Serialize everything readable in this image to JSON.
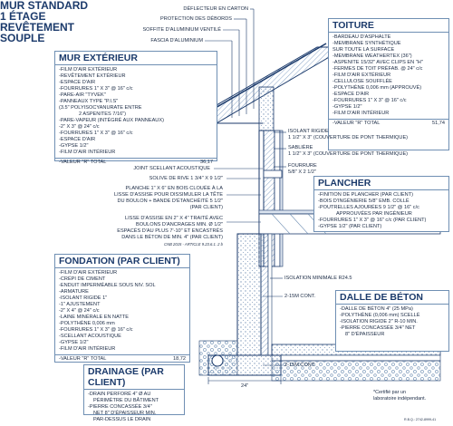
{
  "title": {
    "line1": "MUR STANDARD",
    "line2": "1 ÉTAGE",
    "line3": "REVÊTEMENT",
    "line4": "SOUPLE"
  },
  "top_callouts": [
    "DÉFLECTEUR EN CARTON",
    "PROTECTION DES DÉBORDS",
    "SOFFITE D'ALUMINIUM VENTILÉ",
    "FASCIA D'ALUMINIUM"
  ],
  "toiture": {
    "heading": "TOITURE",
    "items": [
      "-BARDEAU D'ASPHALTE",
      "-MEMBRANE SYNTHÉTIQUE",
      "SUR TOUTE LA SURFACE",
      "-MEMBRANE WEATHERTEX (36\")",
      "-ASPENITE 15/32\" AVEC CLIPS EN \"H\"",
      "-FERMES DE TOIT PRÉFAB. @ 24\" c/c",
      "-FILM D'AIR EXTÉRIEUR",
      "-CELLULOSE SOUFFLÉE",
      "-POLYTHÈNE 0,006 mm (APPROUVÉ)",
      "-ESPACE D'AIR",
      "-FOURRURES 1\" X 3\" @ 16\" c/c",
      "-GYPSE 1/2\"",
      "-FILM D'AIR INTÉRIEUR"
    ],
    "total_label": "-VALEUR \"R\" TOTAL",
    "total_value": "51,74"
  },
  "mur": {
    "heading": "MUR EXTÉRIEUR",
    "items": [
      "-FILM D'AIR EXTÉRIEUR",
      "-REVÊTEMENT EXTÉRIEUR",
      "-ESPACE D'AIR",
      "-FOURRURES 1\" X 3\" @ 16\" c/c",
      "-PARE-AIR \"TYVEK\"",
      "-PANNEAUX TYPE \"P.I.S\"",
      "(3.5\" POLYISOCYANURATE ENTRE",
      "2 ASPENITES 7/16\")",
      "-PARE-VAPEUR (INTÉGRÉ AUX PANNEAUX)",
      "-2\" X 3\" @ 24\" c/c",
      "-FOURRURES 1\" X 3\" @ 16\" c/c",
      "-ESPACE D'AIR",
      "-GYPSE 1/2\"",
      "-FILM D'AIR INTÉRIEUR"
    ],
    "total_label": "-VALEUR \"R\" TOTAL",
    "total_value": "36,17"
  },
  "right_callouts": {
    "isolant": "ISOLANT RIGIDE",
    "isolant2": "1 1/2\" X 3\" (COUVERTURE DE PONT THERMIQUE)",
    "sabliere": "SABLIÈRE",
    "sabliere2": "1 1/2\" X 3\" (COUVERTURE DE PONT THERMIQUE)",
    "fourrure": "FOURRURE",
    "fourrure2": "5/8\" X 2 1/2\""
  },
  "left_callouts": {
    "joint": "JOINT SCELLANT ACOUSTIQUE",
    "solive": "SOLIVE DE RIVE 1 3/4\" X 9 1/2\"",
    "planche": [
      "PLANCHE 1\" X 6\" EN BOIS CLOUÉE À LA",
      "LISSE D'ASSISE POUR DISSIMULER LA TÊTE",
      "DU BOULON + BANDE D'ÉTANCHÉITÉ 5 1/2\"",
      "(PAR CLIENT)"
    ],
    "lisse": [
      "LISSE D'ASSISE EN 2\" X 4\" TRAITÉ AVEC",
      "BOULONS D'ANCRAGES MIN. Ø 1/2\"",
      "ESPACÉS D'AU PLUS 7'-10\" ET ENCASTRÉS",
      "DANS LE BÉTON DE MIN. 4\" (PAR CLIENT)"
    ],
    "cnb": "CNB 2015 - ARTICLE 9.23.6.1. 2 b"
  },
  "plancher": {
    "heading": "PLANCHER",
    "items": [
      "-FINITION DE PLANCHER (PAR CLIENT)",
      "-BOIS D'INGÉNIERIE 5/8\" EMB. COLLÉ",
      "-POUTRELLES AJOURÉES 9 1/2\" @ 16\" c/c",
      "APPROUVÉES PAR INGÉNIEUR",
      "-FOURRURES 1\" X 3\" @ 16\" c/c (PAR CLIENT)",
      "-GYPSE 1/2\" (PAR CLIENT)"
    ]
  },
  "fondation": {
    "heading": "FONDATION (PAR CLIENT)",
    "items": [
      "-FILM D'AIR EXTÉRIEUR",
      "-CRÉPI DE CIMENT",
      "-ENDUIT IMPERMÉABLE SOUS NIV. SOL",
      "-ARMATURE",
      "-ISOLANT RIGIDE 1\"",
      "-1\" AJUSTEMENT",
      "-2\" X 4\" @ 24\" c/c",
      "-LAINE MINÉRALE EN NATTE",
      "-POLYTHÈNE 0,006 mm",
      "-FOURRURES 1\" X 3\" @ 16\" c/c",
      "-SCELLANT ACOUSTIQUE",
      "-GYPSE 1/2\"",
      "-FILM D'AIR INTÉRIEUR"
    ],
    "total_label": "-VALEUR \"R\" TOTAL",
    "total_value": "18,72"
  },
  "mid_callouts": {
    "isolation": "ISOLATION MINIMALE R24.5",
    "cont1": "2-15M CONT.",
    "cont2": "2-15M CONT.",
    "dim": "24\""
  },
  "dalle": {
    "heading": "DALLE DE BÉTON",
    "items": [
      "-DALLE DE BÉTON 4\" (25 MPa)",
      "-POLYTHÈNE (0,006 mm) SCELLÉ",
      "-ISOLATION RIGIDE 2\" R-10 MIN.",
      "-PIERRE CONCASSÉE 3/4\" NET",
      "8\" D'ÉPAISSEUR"
    ]
  },
  "drainage": {
    "heading": "DRAINAGE (PAR CLIENT)",
    "items": [
      "-DRAIN PERFORÉ 4\" Ø AU",
      "PÉRIMÈTRE DU BÂTIMENT",
      "-PIERRE CONCASSÉE 3/4\"",
      "NET 8\" D'ÉPAISSEUR MIN.",
      "PAR-DESSUS LE DRAIN"
    ]
  },
  "footnote": {
    "line1": "*Certifié par un",
    "line2": "laboratoire indépendant.",
    "code": "R.B.Q.: 2742-8999-41"
  },
  "colors": {
    "line": "#1b3a6b",
    "box": "#6f8fb3",
    "hatch": "#9db3cf"
  }
}
